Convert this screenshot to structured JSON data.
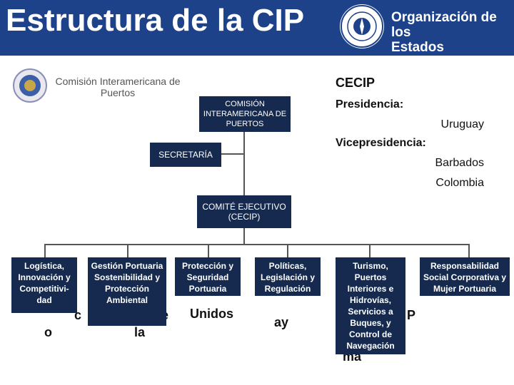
{
  "header": {
    "title": "Estructura de la CIP",
    "org_line1": "Organización de los",
    "org_line2": "Estados Americanos"
  },
  "cip": {
    "name": "Comisión Interamericana de Puertos"
  },
  "org_chart": {
    "commission": "COMISIÓN INTERAMERICANA DE PUERTOS",
    "secretariat": "SECRETARÍA",
    "executive": "COMITÉ EJECUTIVO (CECIP)"
  },
  "cecip_panel": {
    "title": "CECIP",
    "presidency_label": "Presidencia:",
    "presidency_value": "Uruguay",
    "vice_label": "Vicepresidencia:",
    "vice_value_1": "Barbados",
    "vice_value_2": "Colombia"
  },
  "committees": [
    "Logística, Innovación y Competitivi-dad",
    "Gestión Portuaria Sostenibilidad y Protección Ambiental",
    "Protección y Seguridad Portuaria",
    "Políticas, Legislación y Regulación",
    "Turismo, Puertos Interiores e Hidrovías, Servicios a Buques, y Control de Navegación",
    "Responsabilidad Social Corporativa y Mujer Portuaria"
  ],
  "fragments": [
    "c",
    "e",
    "o",
    "la",
    "Unidos",
    "ay",
    "P",
    "ma"
  ],
  "colors": {
    "header": "#1d4289",
    "box": "#152a4e"
  }
}
